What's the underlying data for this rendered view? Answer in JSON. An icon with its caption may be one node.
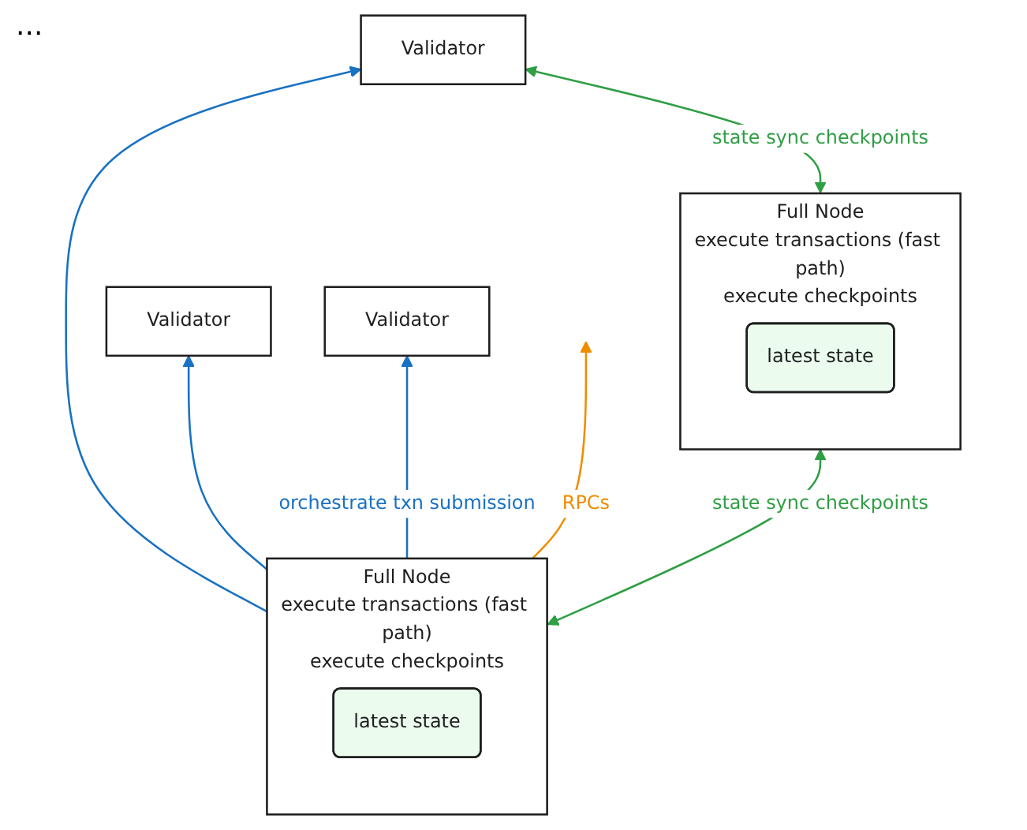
{
  "diagram": {
    "nodes": [
      {
        "text": [
          "Validator"
        ]
      },
      {
        "text": [
          "Validator"
        ]
      },
      {
        "text": [
          "Validator"
        ]
      },
      {
        "text": [
          "Full Node",
          "execute transactions (fast path)",
          "execute checkpoints"
        ]
      },
      {
        "text": [
          "latest state"
        ],
        "in": 3
      },
      {
        "text": [
          "Full Node",
          "execute transactions (fast path)",
          "execute checkpoints"
        ]
      },
      {
        "text": [
          "latest state"
        ],
        "in": 5
      }
    ],
    "edges": [
      {
        "from": 5,
        "to": 0,
        "arrow": "to",
        "color": "#1971c2"
      },
      {
        "from": 5,
        "to": 1,
        "arrow": "to",
        "color": "#1971c2"
      },
      {
        "from": 5,
        "to": 2,
        "arrow": "to",
        "label": "orchestrate txn submission",
        "color": "#1971c2"
      },
      {
        "from": 0,
        "to": 3,
        "arrow": "both",
        "label": "state sync checkpoints",
        "color": "#2f9e44"
      },
      {
        "from": 3,
        "to": 5,
        "arrow": "both",
        "label": "state sync checkpoints",
        "color": "#2f9e44"
      },
      {
        "from": 5,
        "to": null,
        "arrow": "to",
        "label": "RPCs",
        "color": "#f08c00"
      }
    ],
    "labels": [
      "..."
    ]
  }
}
